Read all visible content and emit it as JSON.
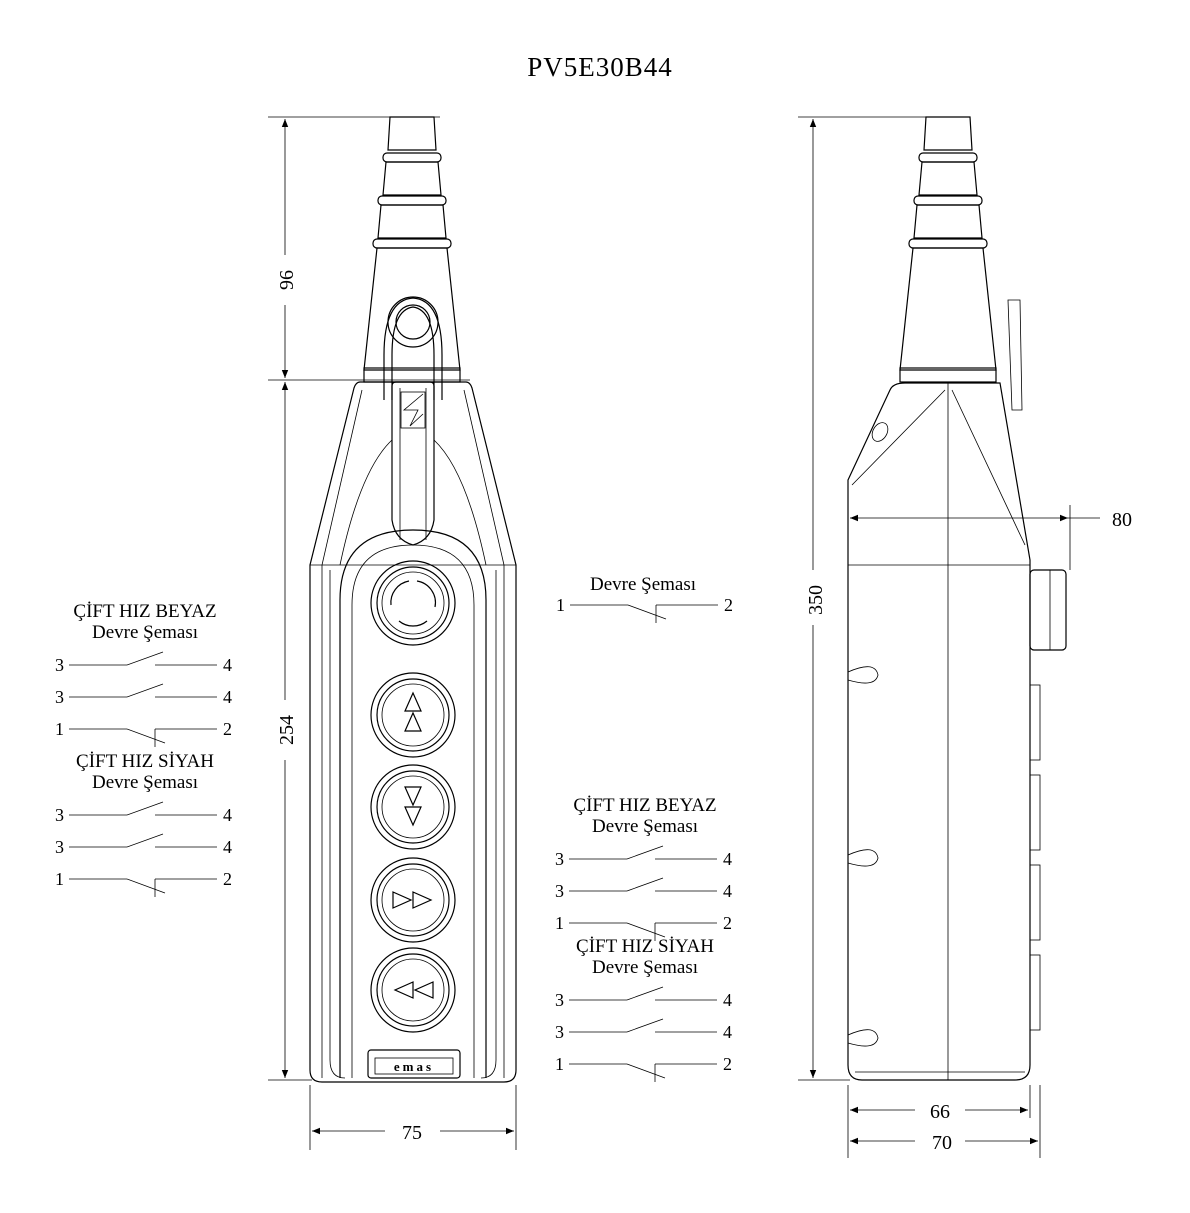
{
  "title": "PV5E30B44",
  "dimensions": {
    "front_gland_height": "96",
    "front_body_height": "254",
    "front_width": "75",
    "side_total_height": "350",
    "side_depth_with_knob": "80",
    "side_body_depth": "66",
    "side_total_depth": "70"
  },
  "logo_text": "emas",
  "schematics": {
    "emergency": {
      "heading": "Devre Şeması",
      "contacts": [
        {
          "type": "NC",
          "left": "1",
          "right": "2"
        }
      ]
    },
    "left": [
      {
        "title": "ÇİFT HIZ BEYAZ",
        "heading": "Devre Şeması",
        "contacts": [
          {
            "type": "NO",
            "left": "3",
            "right": "4"
          },
          {
            "type": "NO",
            "left": "3",
            "right": "4"
          },
          {
            "type": "NC",
            "left": "1",
            "right": "2"
          }
        ]
      },
      {
        "title": "ÇİFT HIZ SİYAH",
        "heading": "Devre Şeması",
        "contacts": [
          {
            "type": "NO",
            "left": "3",
            "right": "4"
          },
          {
            "type": "NO",
            "left": "3",
            "right": "4"
          },
          {
            "type": "NC",
            "left": "1",
            "right": "2"
          }
        ]
      }
    ],
    "right": [
      {
        "title": "ÇİFT HIZ BEYAZ",
        "heading": "Devre Şeması",
        "contacts": [
          {
            "type": "NO",
            "left": "3",
            "right": "4"
          },
          {
            "type": "NO",
            "left": "3",
            "right": "4"
          },
          {
            "type": "NC",
            "left": "1",
            "right": "2"
          }
        ]
      },
      {
        "title": "ÇİFT HIZ SİYAH",
        "heading": "Devre Şeması",
        "contacts": [
          {
            "type": "NO",
            "left": "3",
            "right": "4"
          },
          {
            "type": "NO",
            "left": "3",
            "right": "4"
          },
          {
            "type": "NC",
            "left": "1",
            "right": "2"
          }
        ]
      }
    ]
  },
  "buttons": [
    {
      "icon": "emergency-stop-rotate-icon"
    },
    {
      "icon": "double-up-arrow-icon"
    },
    {
      "icon": "double-down-arrow-icon"
    },
    {
      "icon": "double-right-arrow-icon"
    },
    {
      "icon": "double-left-arrow-icon"
    }
  ]
}
